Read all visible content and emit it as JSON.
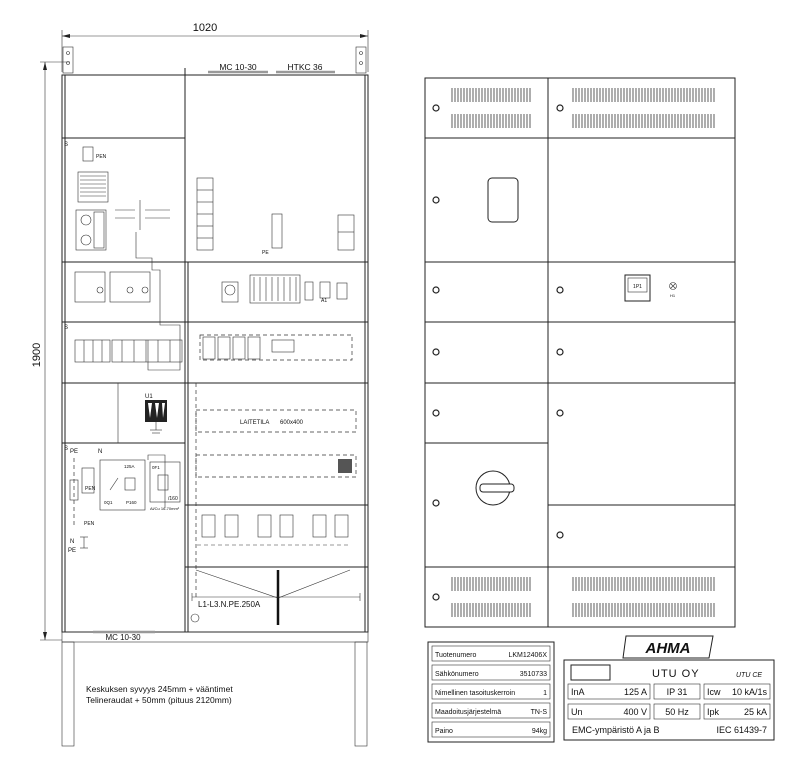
{
  "drawing": {
    "width_dimension": "1020",
    "height_dimension": "1900",
    "top_rail_labels": [
      "MC 10-30",
      "HTKC 36"
    ],
    "bottom_rail_label": "MC 10-30",
    "section_mark": "S",
    "component_labels": {
      "pen": "PEN",
      "pe": "PE",
      "n": "N",
      "u1": "U1",
      "q01": "0Q1",
      "f01": "0F1",
      "rating_125a": "125A",
      "p160": "P160",
      "fuse_160": "/160",
      "cable_spec": "Al/Cu 16-70mm²",
      "pe_terminal": "PE",
      "a1": "A1",
      "equipment_space": "LAITETILA",
      "equipment_size": "600x400",
      "busbar": "L1-L3.N.PE.250A"
    },
    "notes": [
      "Keskuksen syvyys 245mm + vääntimet",
      "Telineraudat + 50mm (pituus 2120mm)"
    ]
  },
  "front_view": {
    "meter_label": "1P1",
    "indicator_label": "H1"
  },
  "info_table": {
    "rows": [
      {
        "label": "Tuotenumero",
        "value": "LKM12406X"
      },
      {
        "label": "Sähkönumero",
        "value": "3510733"
      },
      {
        "label": "Nimellinen tasoituskerroin",
        "value": "1"
      },
      {
        "label": "Maadoitusjärjestelmä",
        "value": "TN-S"
      },
      {
        "label": "Paino",
        "value": "94kg"
      }
    ]
  },
  "nameplate": {
    "brand": "AHMA",
    "manufacturer": "UTU OY",
    "marks": "UTU CE",
    "cells": [
      {
        "label": "InA",
        "value": "125 A"
      },
      {
        "label": "",
        "value": "IP 31"
      },
      {
        "label": "Icw",
        "value": "10 kA/1s"
      },
      {
        "label": "Un",
        "value": "400 V"
      },
      {
        "label": "",
        "value": "50 Hz"
      },
      {
        "label": "Ipk",
        "value": "25 kA"
      }
    ],
    "emc": "EMC-ympäristö A ja B",
    "standard": "IEC 61439-7"
  }
}
